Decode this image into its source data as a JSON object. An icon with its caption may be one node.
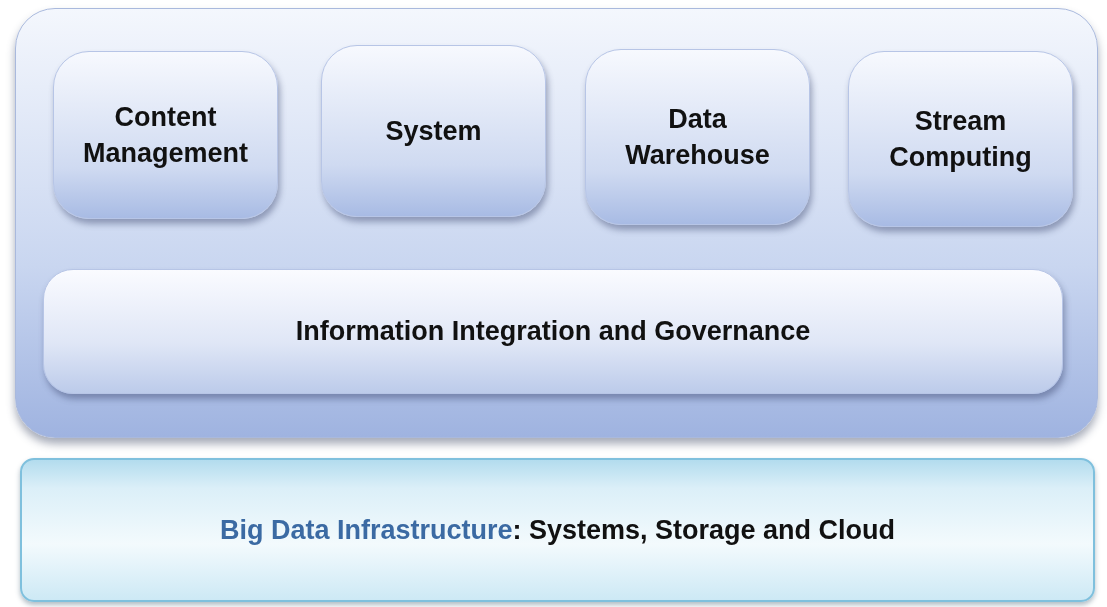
{
  "diagram": {
    "nodes": [
      {
        "text": [],
        "shape": "box"
      },
      {
        "text": [
          "Content Management"
        ],
        "in": 0
      },
      {
        "text": [
          "System"
        ],
        "in": 0
      },
      {
        "text": [
          "Data Warehouse"
        ],
        "in": 0
      },
      {
        "text": [
          "Stream Computing"
        ],
        "in": 0
      },
      {
        "text": [
          "Information Integration and Governance"
        ],
        "in": 0
      },
      {
        "text": [
          "Big Data Infrastructure",
          ": Systems, Storage and Cloud"
        ]
      }
    ],
    "edges": []
  }
}
